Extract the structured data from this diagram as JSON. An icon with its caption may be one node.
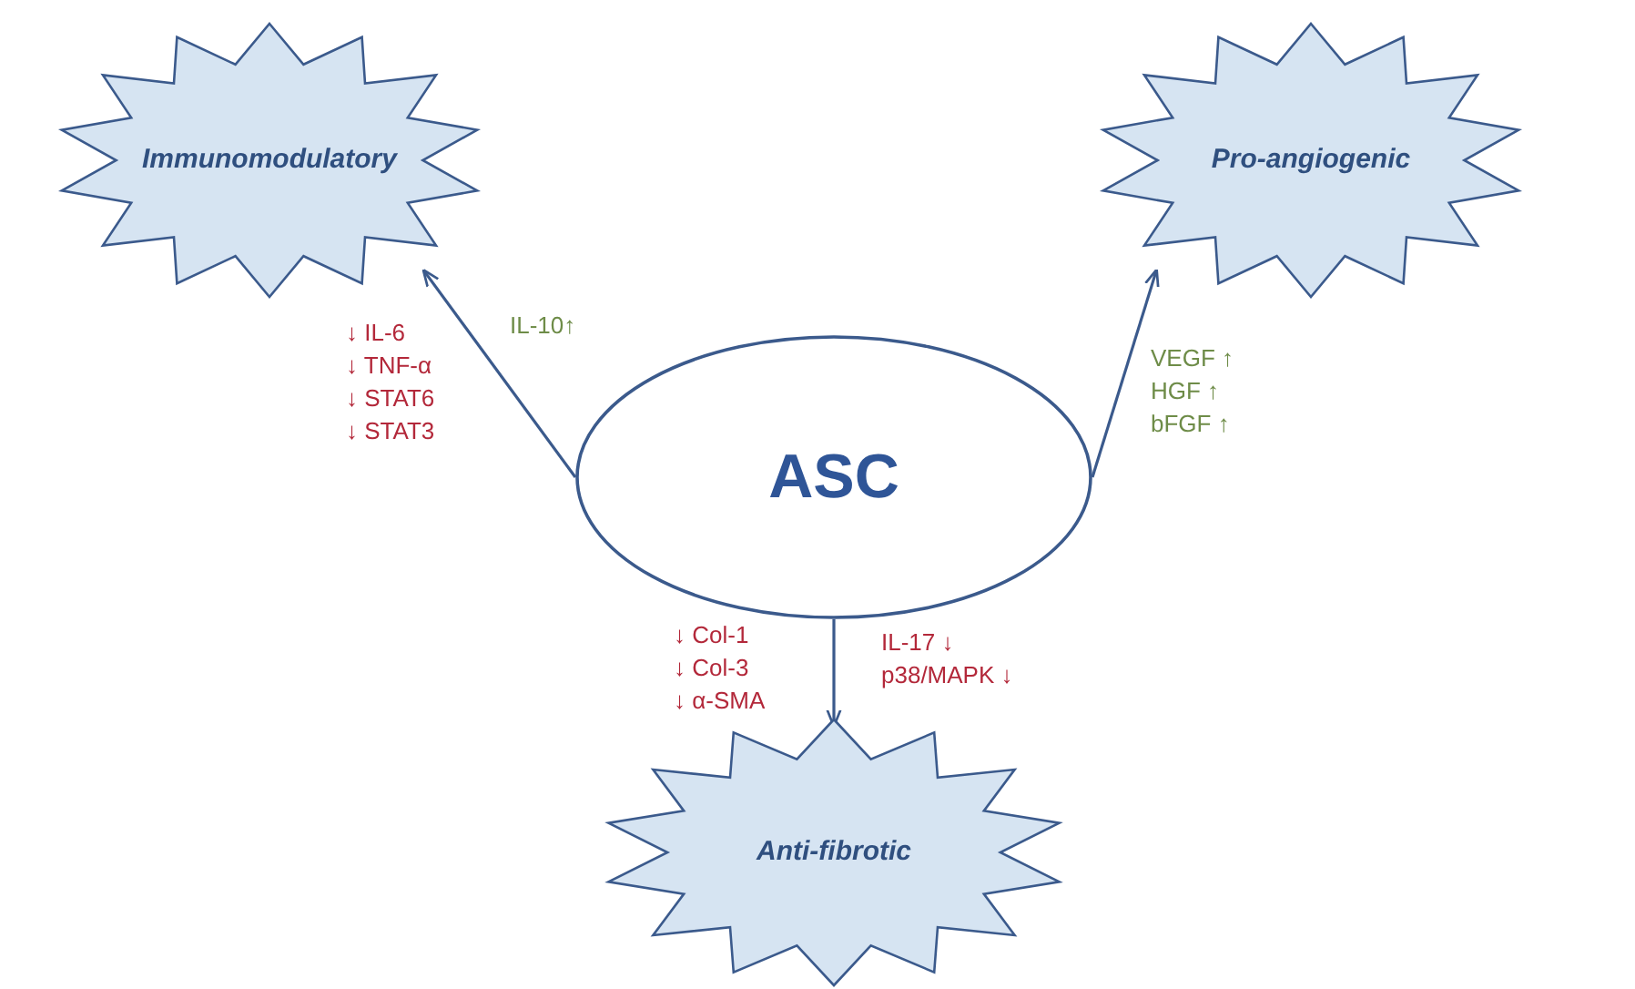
{
  "diagram": {
    "nodes": [
      {
        "text": [
          "Immunomodulatory"
        ]
      },
      {
        "text": [
          "Pro-angiogenic"
        ]
      },
      {
        "text": [
          "ASC"
        ]
      },
      {
        "text": [
          "Anti-fibrotic"
        ]
      }
    ],
    "edges": [
      {
        "from": 2,
        "to": 0,
        "arrow": "to"
      },
      {
        "from": 2,
        "to": 1,
        "arrow": "to"
      },
      {
        "from": 2,
        "to": 3,
        "arrow": "to"
      }
    ],
    "labels": [
      "↓ IL-6",
      "↓ TNF-α",
      "↓ STAT6",
      "↓ STAT3",
      "IL-10↑",
      "VEGF ↑",
      "HGF ↑",
      "bFGF ↑",
      "↓ Col-1",
      "↓ Col-3",
      "↓ α-SMA",
      "IL-17 ↓",
      "p38/MAPK ↓"
    ]
  }
}
